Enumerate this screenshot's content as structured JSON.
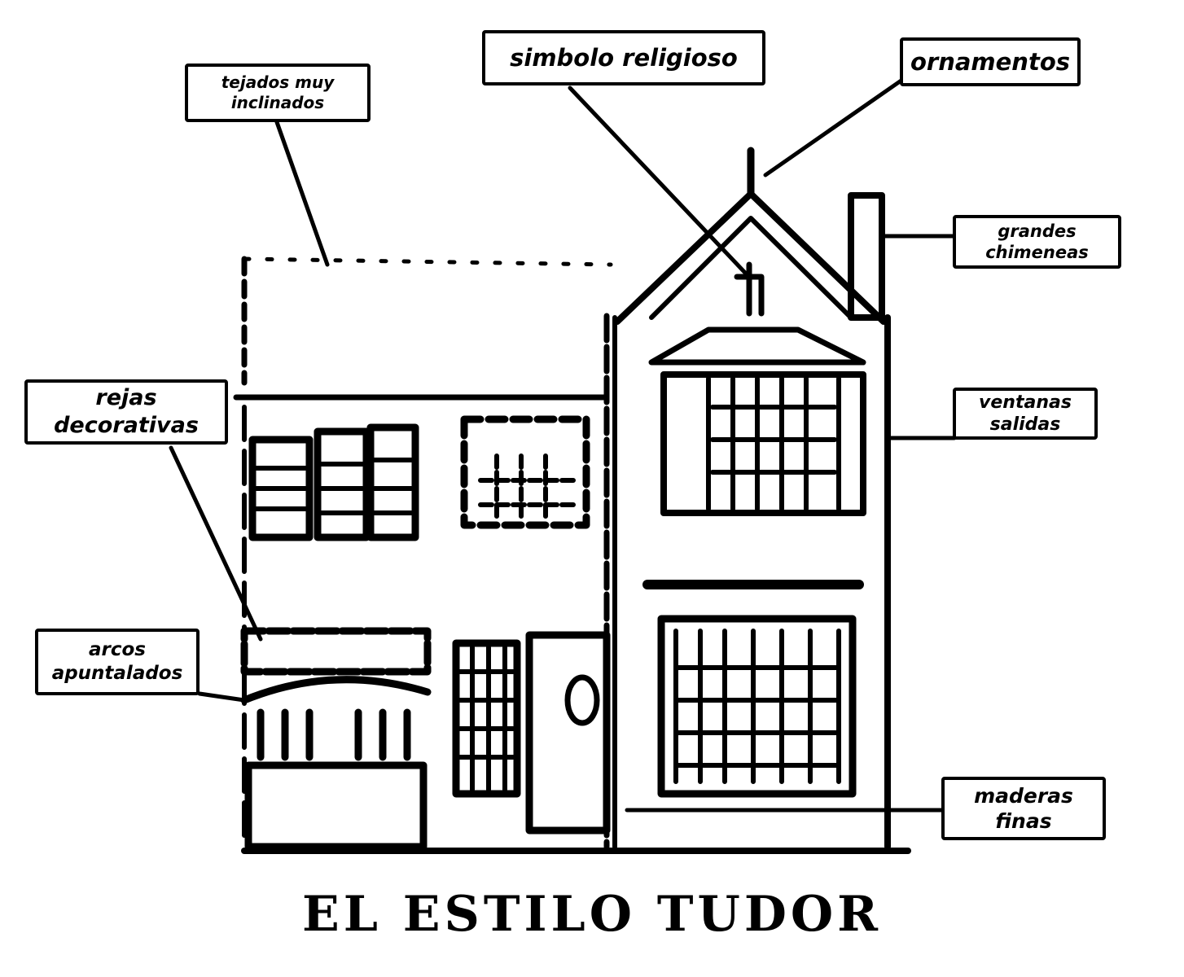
{
  "colors": {
    "ink": "#000000",
    "paper": "#ffffff"
  },
  "title": "EL ESTILO TUDOR",
  "labels": {
    "tejados": "tejados muy\ninclinados",
    "simbolo": "simbolo religioso",
    "ornamentos": "ornamentos",
    "chimeneas": "grandes\nchimeneas",
    "ventanas": "ventanas\nsalidas",
    "rejas": "rejas\ndecorativas",
    "arcos": "arcos\napuntalados",
    "maderas": "maderas\nfinas"
  }
}
